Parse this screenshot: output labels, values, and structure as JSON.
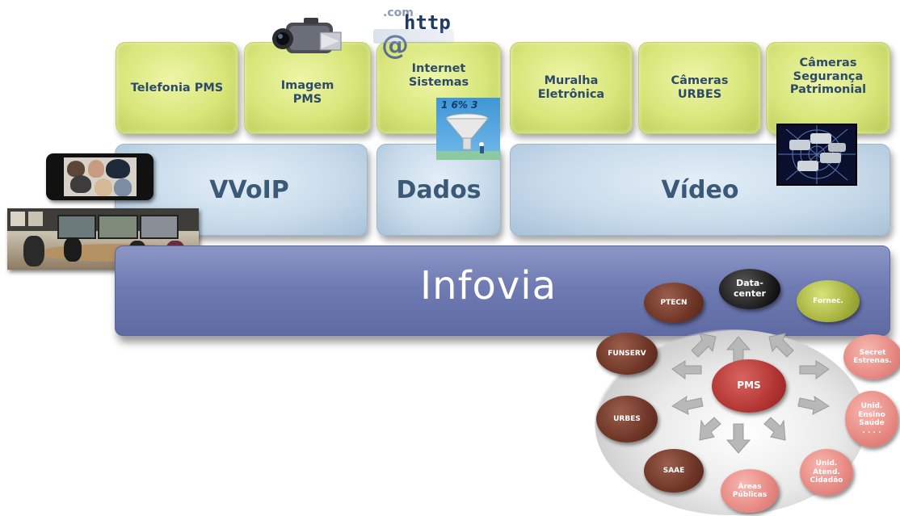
{
  "apps": [
    {
      "label": "Telefonia PMS"
    },
    {
      "label": "Imagem\nPMS"
    },
    {
      "label": "Internet\nSistemas"
    },
    {
      "label": "Muralha\nEletrônica"
    },
    {
      "label": "Câmeras\nURBES"
    },
    {
      "label": "Câmeras\nSegurança\nPatrimonial"
    }
  ],
  "layers": {
    "voip": "VVoIP",
    "dados": "Dados",
    "video": "Vídeo"
  },
  "infovia": {
    "title": "Infovia"
  },
  "internet_icon": {
    "top": ".com",
    "main": "http",
    "at": "@"
  },
  "funnel_icon": {
    "text": "1 6% 3"
  },
  "network": {
    "center": "PMS",
    "nodes": [
      {
        "label": "Data-\ncenter",
        "color": "dark"
      },
      {
        "label": "Fornec.",
        "color": "olive"
      },
      {
        "label": "PTECN",
        "color": "brown"
      },
      {
        "label": "FUNSERV",
        "color": "brown"
      },
      {
        "label": "URBES",
        "color": "brown"
      },
      {
        "label": "SAAE",
        "color": "brown"
      },
      {
        "label": "Secret\nEstrenas.",
        "color": "pink"
      },
      {
        "label": "Unid.\nEnsino\nSaúde\n. . . .",
        "color": "pink"
      },
      {
        "label": "Unid.\nAtend.\nCidadão",
        "color": "pink"
      },
      {
        "label": "Áreas\nPúblicas",
        "color": "pink"
      }
    ]
  },
  "colors": {
    "app_green": "#d8e67a",
    "layer_blue": "#c9dceb",
    "infovia_purple": "#6f7bb3",
    "app_text": "#2e4a6b",
    "layer_text": "#3a5a77"
  }
}
